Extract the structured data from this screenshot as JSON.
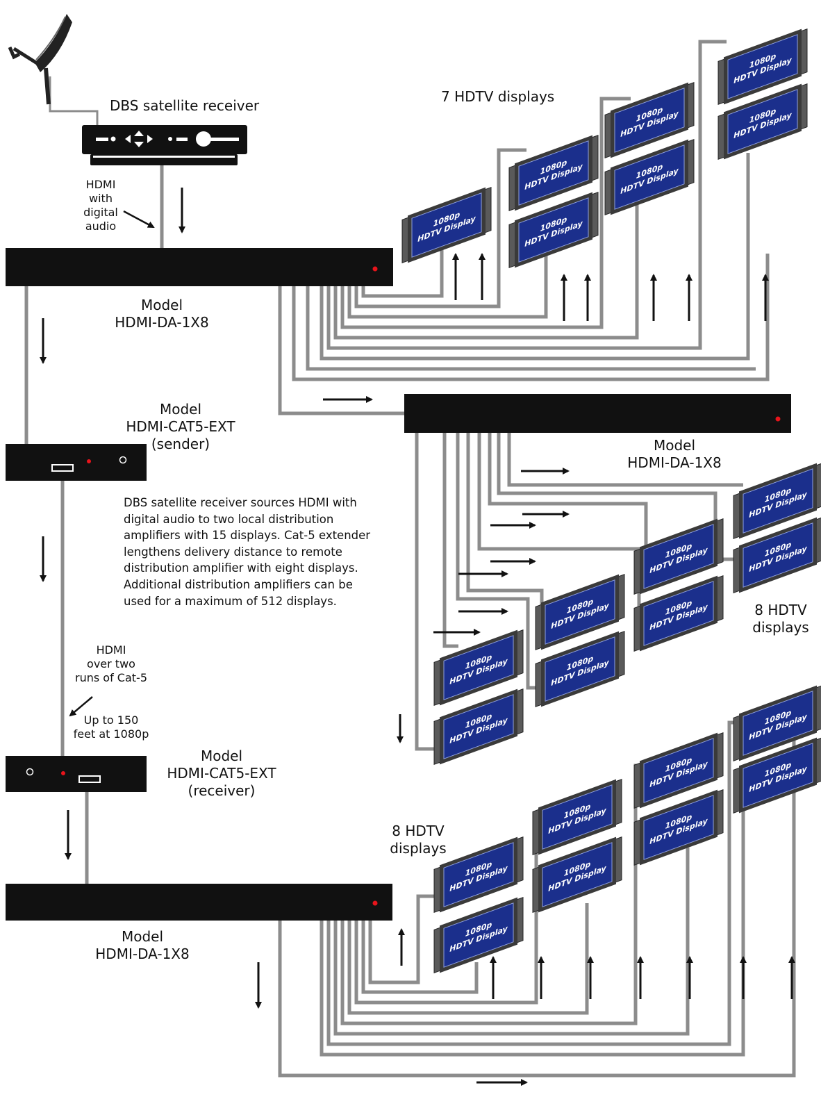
{
  "labels": {
    "satellite_receiver": "DBS satellite receiver",
    "hdmi_digital_audio": [
      "HDMI",
      "with",
      "digital",
      "audio"
    ],
    "top_da": [
      "Model",
      "HDMI-DA-1X8"
    ],
    "sender": [
      "Model",
      "HDMI-CAT5-EXT",
      "(sender)"
    ],
    "receiver": [
      "Model",
      "HDMI-CAT5-EXT",
      "(receiver)"
    ],
    "right_da": [
      "Model",
      "HDMI-DA-1X8"
    ],
    "bottom_da": [
      "Model",
      "HDMI-DA-1X8"
    ],
    "cat5_run": [
      "HDMI",
      "over two",
      "runs of Cat-5"
    ],
    "distance": [
      "Up to 150",
      "feet at 1080p"
    ],
    "displays_top": "7 HDTV displays",
    "displays_right": [
      "8 HDTV",
      "displays"
    ],
    "displays_bottom": [
      "8 HDTV",
      "displays"
    ]
  },
  "description": "DBS satellite receiver sources HDMI with digital audio to two local distribution amplifiers with 15 displays. Cat-5 extender lengthens delivery distance to remote distribution amplifier with eight displays. Additional distribution amplifiers can be used for a maximum of 512 displays.",
  "tv_screen": {
    "line1": "1080p",
    "line2": "HDTV Display"
  },
  "colors": {
    "cable": "#8c8c8c",
    "device": "#111111",
    "led": "#e8141b",
    "screen": "#1b2f8c",
    "bezel": "#3a3a3a"
  }
}
